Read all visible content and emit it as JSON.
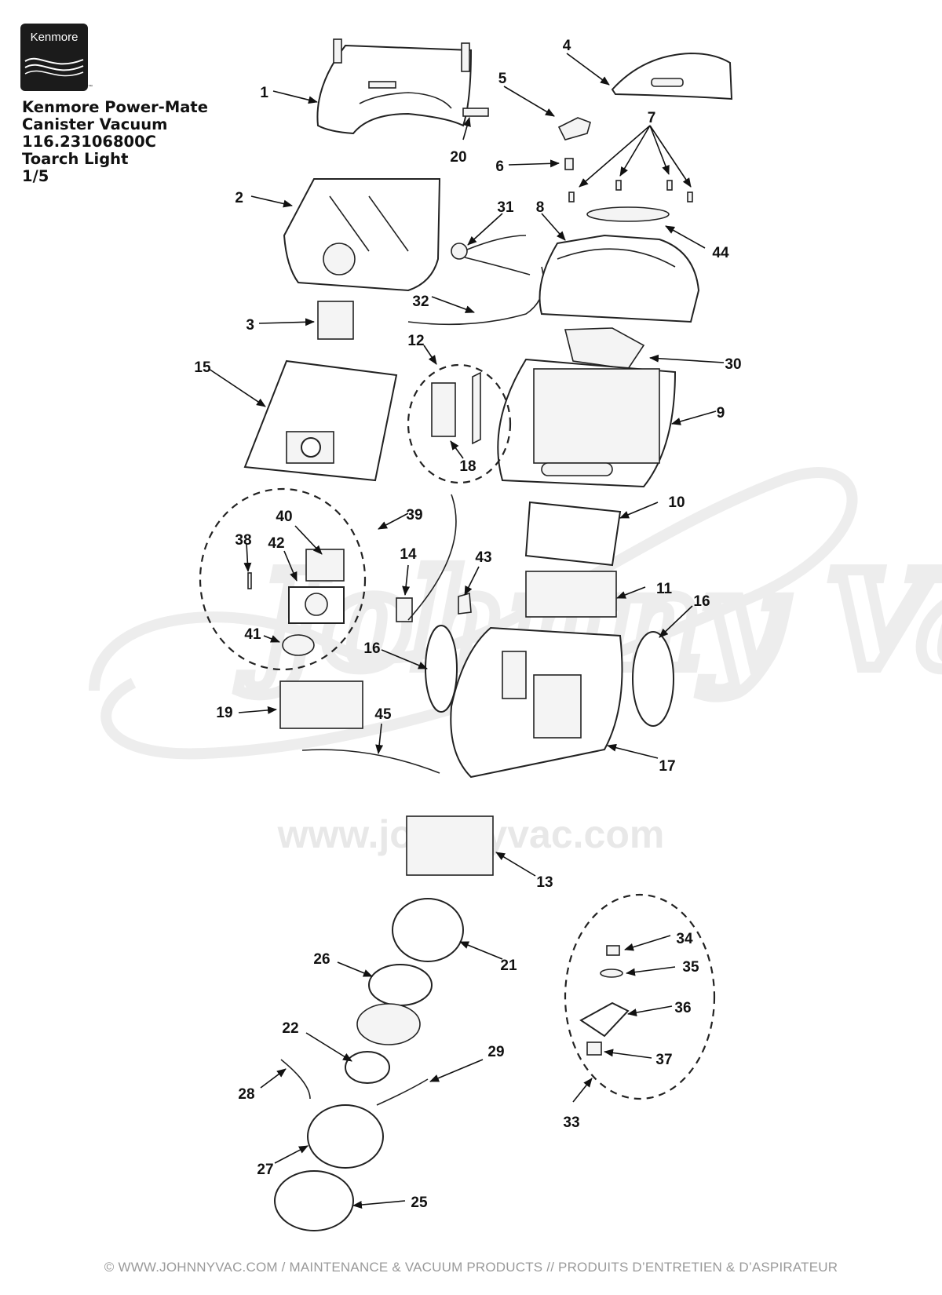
{
  "brand": {
    "logo_text": "Kenmore",
    "trademark": "™"
  },
  "title": {
    "line1": "Kenmore Power-Mate",
    "line2": "Canister Vacuum",
    "line3": "116.23106800C",
    "line4": "Toarch Light",
    "line5": "1/5"
  },
  "watermark": {
    "script": "Johnny Vac",
    "url": "www.johnnyvac.com"
  },
  "footer": {
    "text": "© WWW.JOHNNYVAC.COM / MAINTENANCE & VACUUM PRODUCTS  //  PRODUITS D’ENTRETIEN & D’ASPIRATEUR"
  },
  "part_labels": {
    "p1": "1",
    "p2": "2",
    "p3": "3",
    "p4": "4",
    "p5": "5",
    "p6": "6",
    "p7": "7",
    "p8": "8",
    "p9": "9",
    "p10": "10",
    "p11": "11",
    "p12": "12",
    "p13": "13",
    "p14": "14",
    "p15": "15",
    "p16a": "16",
    "p16b": "16",
    "p17": "17",
    "p18": "18",
    "p19": "19",
    "p20": "20",
    "p21": "21",
    "p22": "22",
    "p25": "25",
    "p26": "26",
    "p27": "27",
    "p28": "28",
    "p29": "29",
    "p30": "30",
    "p31": "31",
    "p32": "32",
    "p33": "33",
    "p34": "34",
    "p35": "35",
    "p36": "36",
    "p37": "37",
    "p38": "38",
    "p39": "39",
    "p40": "40",
    "p41": "41",
    "p42": "42",
    "p43": "43",
    "p44": "44",
    "p45": "45"
  }
}
